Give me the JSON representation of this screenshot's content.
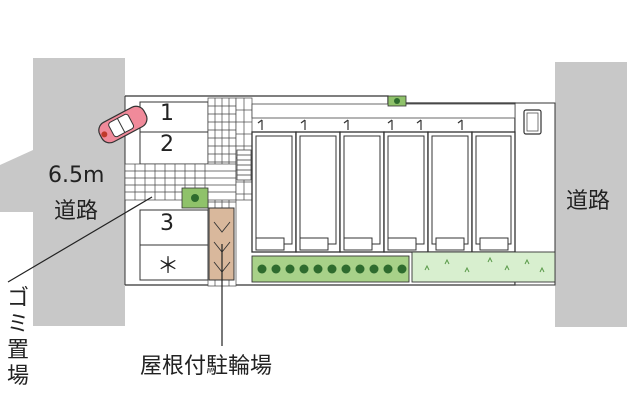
{
  "labels": {
    "road_left_width": "6.5m",
    "road_left": "道路",
    "road_right": "道路",
    "garbage": [
      "ゴ",
      "ミ",
      "置",
      "場"
    ],
    "bike_parking": "屋根付駐輪場"
  },
  "parking": {
    "slots": [
      "1",
      "2",
      "3",
      "＊"
    ]
  },
  "colors": {
    "road": "#c8c8c8",
    "outline": "#333333",
    "lawn": "#d8efcf",
    "hedge": "#8fc26a",
    "tree": "#2e6b2e",
    "bike_roof": "#d9b89c",
    "car": "#f08a9a"
  }
}
